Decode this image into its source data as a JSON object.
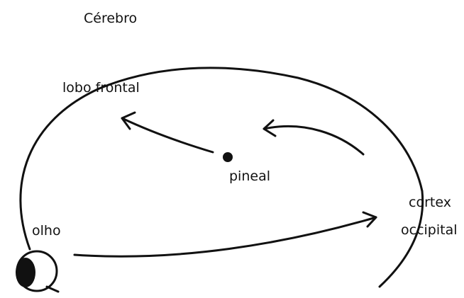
{
  "title": "Cérebro",
  "labels": {
    "frontal": "lobo frontal",
    "pineal": "pineal",
    "cortex_line1": "cortex",
    "cortex_line2": "occipital",
    "eye": "olho"
  },
  "colors": {
    "ink": "#111111",
    "background": "#ffffff"
  }
}
